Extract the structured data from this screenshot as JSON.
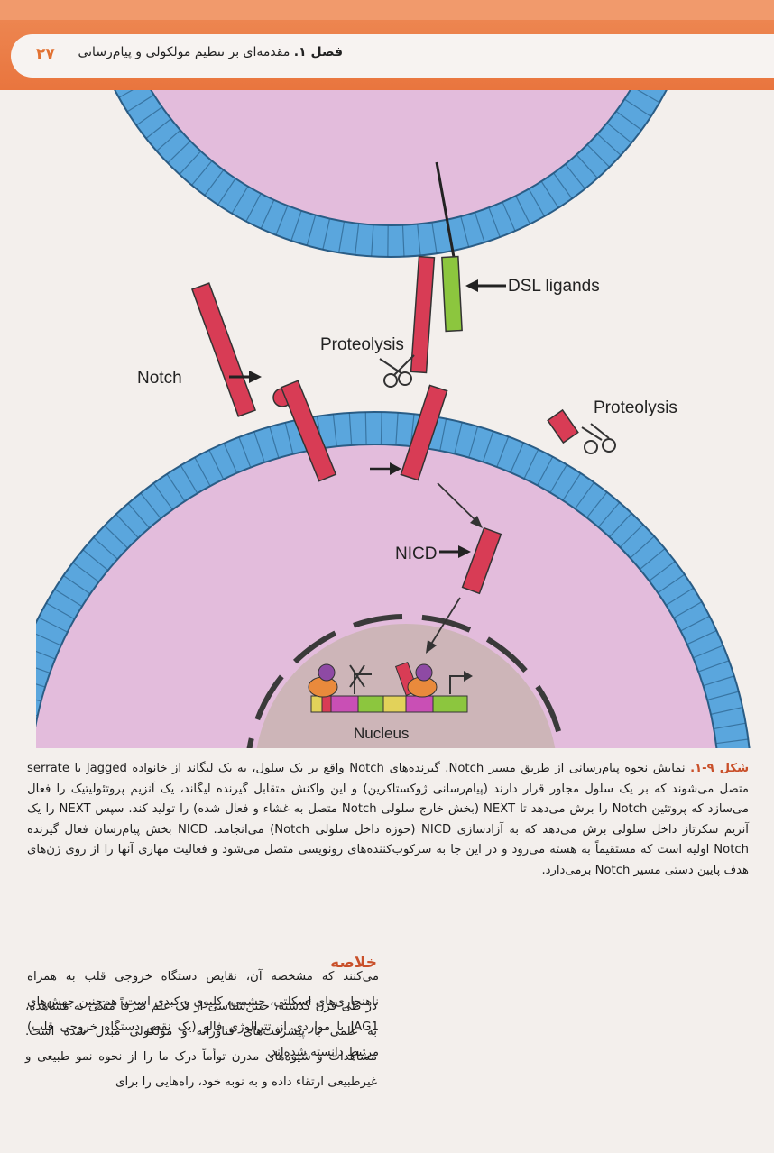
{
  "header": {
    "page_number": "۲۷",
    "chapter_label": "فصل ۱.",
    "chapter_title": "مقدمه‌ای بر تنظیم مولکولی و پیام‌رسانی"
  },
  "figure": {
    "labels": {
      "dsl_ligands": "DSL ligands",
      "proteolysis_1": "Proteolysis",
      "proteolysis_2": "Proteolysis",
      "notch": "Notch",
      "nicd": "NICD",
      "nucleus": "Nucleus"
    },
    "colors": {
      "membrane": "#5aa6dd",
      "cytoplasm": "#e3bcdc",
      "notch_receptor": "#d83c55",
      "ligand": "#8cc63e",
      "nucleus": "#cdb5b8"
    }
  },
  "caption": {
    "label": "شکل ۹-۱.",
    "text": "نمایش نحوه پیام‌رسانی از طریق مسیر Notch. گیرنده‌های Notch واقع بر یک سلول، به یک لیگاند از خانواده Jagged یا serrate متصل می‌شوند که بر یک سلول مجاور قرار دارند (پیام‌رسانی ژوکستاکرین) و این واکنش متقابل گیرنده لیگاند، یک آنزیم پروتئولیتیک را فعال می‌سازد که پروتئین Notch را برش می‌دهد تا NEXT (بخش خارج سلولی Notch متصل به غشاء و فعال شده) را تولید کند. سپس NEXT را یک آنزیم سکرتاز داخل سلولی برش می‌دهد که به آزادسازی NICD (حوزه داخل سلولی Notch) می‌انجامد. NICD بخش پیام‌رسان فعال گیرنده Notch اولیه است که مستقیماً به هسته می‌رود و در این جا به سرکوب‌کننده‌های رونویسی متصل می‌شود و فعالیت مهاری آنها را از روی ژن‌های هدف پایین دستی مسیر Notch برمی‌دارد."
  },
  "summary": {
    "heading": "خلاصه",
    "right_column": "در طی قرن گذشته، جنین‌شناسی از یک علم صرفاً متکی به مشاهده، به علمی با پیشرفت‌های فناورانه و مولکولی مبدل شده است. مشاهدات و شیوه‌های مدرن توأماً درک ما را از نحوه نمو طبیعی و غیرطبیعی ارتقاء داده و به نوبه خود، راه‌هایی را برای",
    "left_column": "می‌کنند که مشخصه آن، نقایص دستگاه خروجی قلب به همراه ناهنجاری‌های اسکلتی، چشمی، کلیوی و کبدی است. هم‌چنین جهش‌های JAG1 با مواردی از تترالوژی فالو (یک نقص دستگاه خروجی قلب) مرتبط دانسته شده‌اند."
  }
}
